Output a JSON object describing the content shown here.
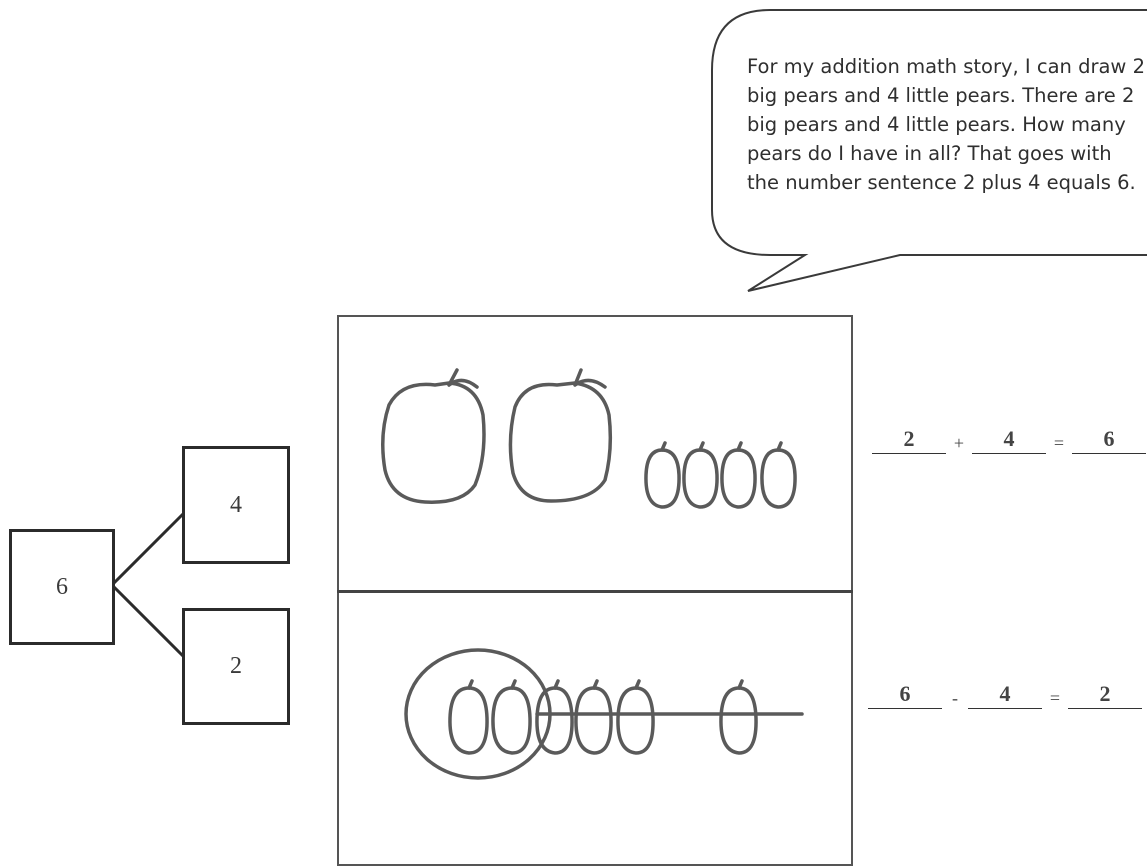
{
  "speech_bubble": {
    "lines": [
      "For my addition math story, I can draw 2",
      "big pears and 4 little pears.  There are 2",
      "big pears and 4 little pears.  How many",
      "pears do I have in all?  That goes with",
      "the number sentence 2 plus 4 equals 6."
    ]
  },
  "number_bond": {
    "whole": "6",
    "part_top": "4",
    "part_bottom": "2"
  },
  "addition_sentence": {
    "addend1": "2",
    "operator": "+",
    "addend2": "4",
    "equals": "=",
    "sum": "6"
  },
  "subtraction_sentence": {
    "minuend": "6",
    "operator": "-",
    "subtrahend": "4",
    "equals": "=",
    "difference": "2"
  },
  "colors": {
    "pencil": "#5a5a5a",
    "ink": "#2b2b2b"
  }
}
